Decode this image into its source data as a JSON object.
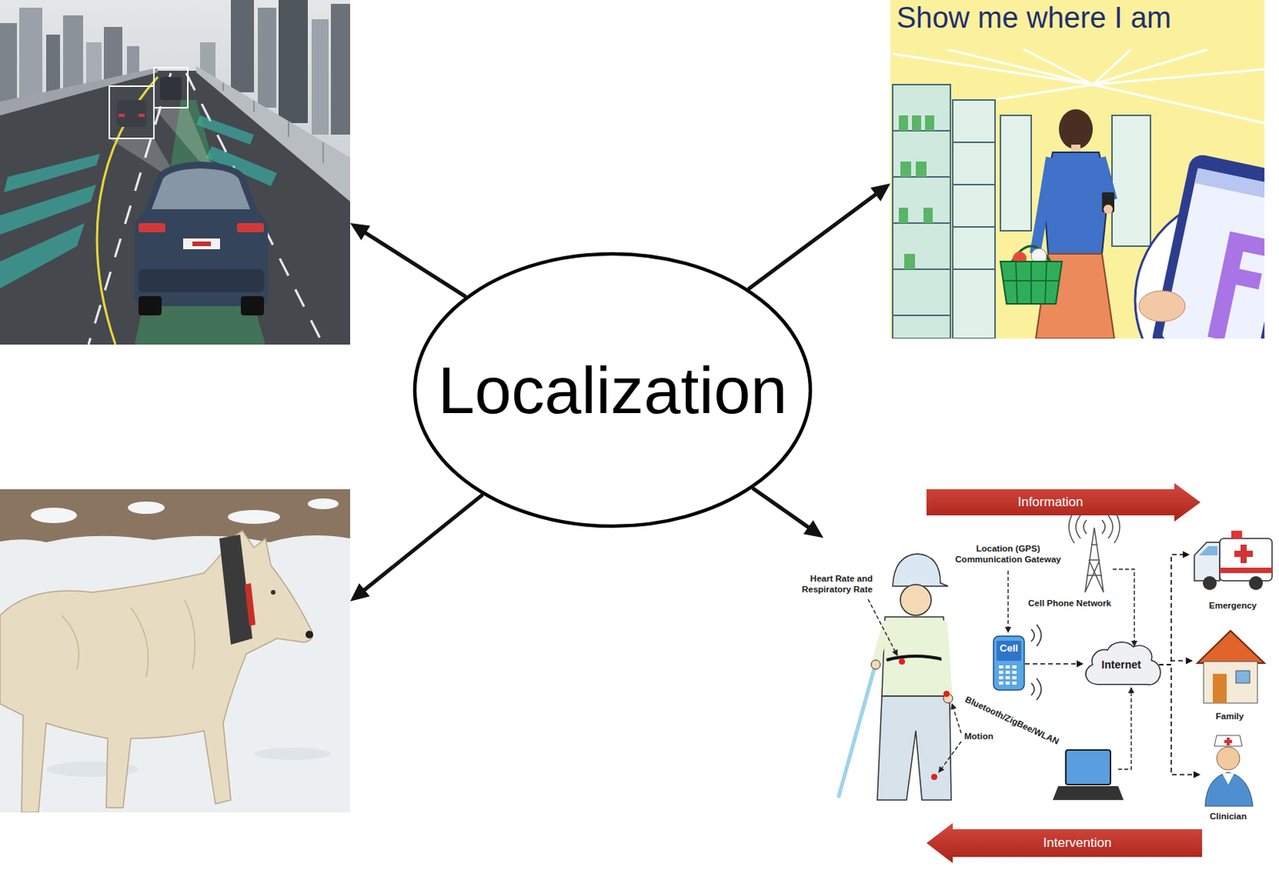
{
  "diagram": {
    "nodes": [
      {
        "text": []
      },
      {
        "text": [
          "Show me where I am"
        ]
      },
      {
        "text": [
          "Localization"
        ]
      },
      {
        "text": []
      },
      {
        "text": []
      },
      {
        "text": [
          "Information"
        ],
        "in": 4
      },
      {
        "text": [
          "Cell"
        ],
        "in": 4
      },
      {
        "text": [
          "Internet"
        ],
        "in": 4
      },
      {
        "text": [
          "Emergency"
        ],
        "in": 4
      },
      {
        "text": [
          "Family"
        ],
        "in": 4
      },
      {
        "text": [
          "Clinician"
        ],
        "in": 4
      },
      {
        "text": [
          "Intervention"
        ],
        "in": 4
      }
    ],
    "edges": [
      {
        "from": 2,
        "to": 0,
        "arrow": "to"
      },
      {
        "from": 2,
        "to": 1,
        "arrow": "to"
      },
      {
        "from": 2,
        "to": 3,
        "arrow": "to"
      },
      {
        "from": 2,
        "to": 4,
        "arrow": "to"
      },
      {
        "from": 6,
        "to": 7,
        "arrow": "to"
      },
      {
        "from": 7,
        "to": 8,
        "arrow": "to"
      },
      {
        "from": 7,
        "to": 9,
        "arrow": "to"
      },
      {
        "from": 7,
        "to": 10,
        "arrow": "to"
      }
    ],
    "labels": [
      "Heart Rate and Respiratory Rate",
      "Location (GPS) Communication Gateway",
      "Cell Phone Network",
      "Bluetooth/ZigBee/WLAN",
      "Motion"
    ]
  }
}
